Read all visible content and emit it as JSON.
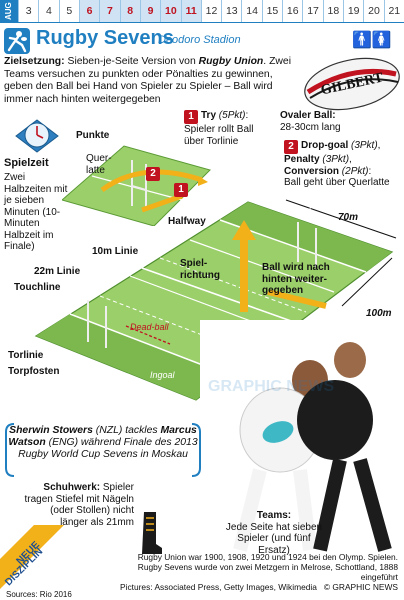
{
  "datebar": {
    "month": "AUG",
    "days": [
      "3",
      "4",
      "5",
      "6",
      "7",
      "8",
      "9",
      "10",
      "11",
      "12",
      "13",
      "14",
      "15",
      "16",
      "17",
      "18",
      "19",
      "20",
      "21"
    ],
    "highlight": [
      "6",
      "7",
      "8",
      "9",
      "10",
      "11"
    ]
  },
  "header": {
    "title": "Rugby Sevens",
    "venue": "Deodoro Stadion",
    "icon": "rugby-player-icon",
    "male_icon": "male-icon",
    "female_icon": "female-icon"
  },
  "objective": {
    "label": "Zielsetzung:",
    "text1": " Sieben-je-Seite Version von ",
    "union": "Rugby Union",
    "text2": ". Zwei Teams versuchen zu punkten oder Pönalties zu gewinnen, geben den Ball bei Hand von Spieler zu Spieler – Ball wird immer nach hinten weitergegeben"
  },
  "ball": {
    "brand": "GILBERT",
    "title": "Ovaler Ball:",
    "size": "28-30cm lang"
  },
  "scoring": {
    "try_num": "1",
    "try_title": "Try",
    "try_pts": "(5Pkt)",
    "try_desc": ": Spieler rollt Ball über Torlinie",
    "kick_num": "2",
    "dropgoal": "Drop-goal",
    "dropgoal_pts": "(3Pkt)",
    "penalty": "Penalty",
    "penalty_pts": "(3Pkt)",
    "conversion": "Conversion",
    "conversion_pts": "(2Pkt)",
    "kick_desc": "Ball geht über Querlatte"
  },
  "spielzeit": {
    "title": "Spielzeit",
    "text": "Zwei Halbzeiten mit je sieben Minuten (10-Minuten Halbzeit im Finale)"
  },
  "field": {
    "punkte": "Punkte",
    "querlatte": "Quer-latte",
    "halfway": "Halfway",
    "line10": "10m Linie",
    "line22": "22m Linie",
    "touchline": "Touchline",
    "torlinie": "Torlinie",
    "torpfosten": "Torpfosten",
    "spielrichtung": "Spiel-richtung",
    "ingoal": "Ingoal",
    "deadball": "Dead-ball",
    "w70": "70m",
    "l100": "100m",
    "pass_back": "Ball wird nach hinten weiter-gegeben",
    "marker1": "1",
    "marker2": "2"
  },
  "photo": {
    "caption_player1": "Sherwin Stowers",
    "caption_team1": "(NZL)",
    "caption_mid": " tackles ",
    "caption_player2": "Marcus Watson",
    "caption_rest": " (ENG) während Finale des 2013 Rugby World Cup Sevens in Moskau",
    "watermark": "GRAPHIC NEWS"
  },
  "shoe": {
    "title": "Schuhwerk:",
    "text": " Spieler tragen Stiefel mit Nägeln (oder Stollen) nicht länger als 21mm"
  },
  "teams": {
    "title": "Teams:",
    "text": "Jede Seite hat sieben Spieler (und fünf Ersatz)"
  },
  "badge": {
    "line1": "NEUE",
    "line2": "DISZIPLIN"
  },
  "footer": {
    "sources": "Sources: Rio 2016",
    "note1": "Rugby Union war 1900, 1908, 1920 und 1924 bei den Olymp. Spielen.",
    "note2": "Rugby Sevens wurde von zwei Metzgern in Melrose, Schottland, 1888 eingeführt",
    "pictures": "Pictures: Associated Press, Getty Images, Wikimedia",
    "copyright": "© GRAPHIC NEWS"
  },
  "colors": {
    "accent": "#1f7fc1",
    "red": "#c0121f",
    "field": "#9bcf6a",
    "field_dark": "#7db84f",
    "arrow": "#f2b019"
  }
}
